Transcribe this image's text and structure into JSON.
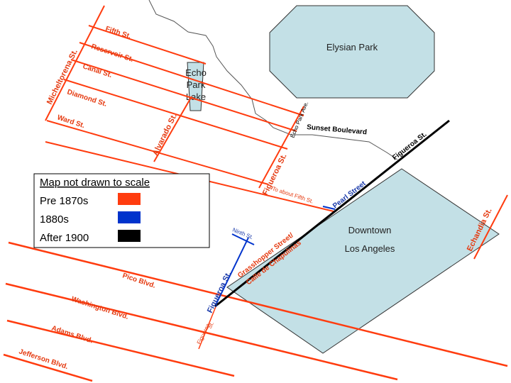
{
  "colors": {
    "pre_1870s": "#ff3c0f",
    "1880s": "#0033cc",
    "after_1900": "#000000",
    "park_fill": "#c3e0e6",
    "river_line": "#555555",
    "label_red": "#e53a10",
    "label_blue": "#1a3aaa"
  },
  "areas": {
    "elysian_park": "Elysian Park",
    "echo_park_lake": [
      "Echo",
      "Park",
      "Lake"
    ],
    "downtown": [
      "Downtown",
      "Los Angeles"
    ]
  },
  "streets": {
    "fifth": "Fifth St.",
    "reservoir": "Reservoir St.",
    "canal": "Canal St.",
    "diamond": "Diamond St.",
    "ward": "Ward St.",
    "micheltorena": "Micheltorena St.",
    "alvarado": "Alvarado St.",
    "figueroa_north": "Figueroa St.",
    "echo_park_ave": "Echo Park Ave.",
    "sunset": "Sunset Boulevard",
    "figueroa_black": "Figueroa St.",
    "to_fifth": "To about Fifth St.",
    "pearl": "Pearl Street",
    "echandia": "Echandia St.",
    "ninth": "Ninth St.",
    "grasshopper_1": "Grasshopper Street/",
    "grasshopper_2": "Calle de Chapulinas",
    "figueroa_blue": "Figueroa St.",
    "figueroa_south": [
      "Figueroa",
      "St."
    ],
    "pico": "Pico Blvd.",
    "washington": "Washington Blvd.",
    "adams": "Adams  Blvd.",
    "jefferson": "Jefferson Blvd."
  },
  "legend": {
    "title": "Map not drawn to scale",
    "items": [
      {
        "label": "Pre 1870s",
        "color": "#ff3c0f"
      },
      {
        "label": "1880s",
        "color": "#0033cc"
      },
      {
        "label": "After 1900",
        "color": "#000000"
      }
    ]
  }
}
